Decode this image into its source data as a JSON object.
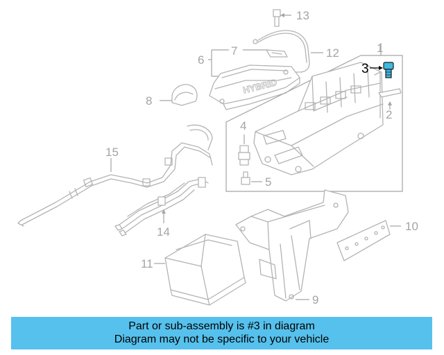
{
  "diagram": {
    "callouts": {
      "c1": "1",
      "c2": "2",
      "c3": "3",
      "c4": "4",
      "c5": "5",
      "c6": "6",
      "c7": "7",
      "c8": "8",
      "c9": "9",
      "c10": "10",
      "c11": "11",
      "c12": "12",
      "c13": "13",
      "c14": "14",
      "c15": "15"
    },
    "embossed_text": "HYBRID",
    "highlighted_part": "3",
    "highlight_color": "#3fb8e3"
  },
  "notice": {
    "line1": "Part or sub-assembly is #3 in diagram",
    "line2": "Diagram may not be specific to your vehicle",
    "background": "#56c1ed"
  }
}
